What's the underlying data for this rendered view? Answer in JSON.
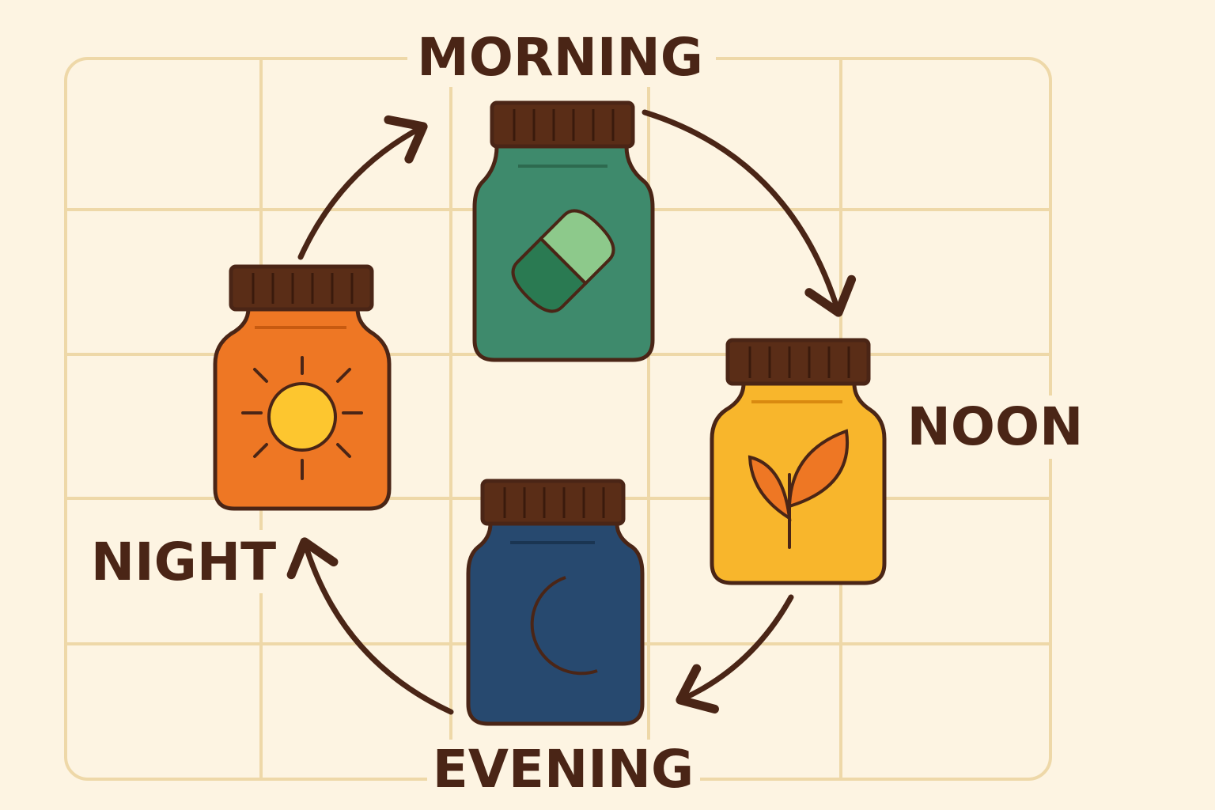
{
  "diagram": {
    "labels": {
      "morning": "MORNING",
      "noon": "NOON",
      "evening": "EVENING",
      "night": "NIGHT"
    },
    "jars": [
      {
        "id": "morning",
        "icon": "capsule-icon",
        "color": "#3e8a6c"
      },
      {
        "id": "noon",
        "icon": "leaf-icon",
        "color": "#f8b62c"
      },
      {
        "id": "evening",
        "icon": "crescent-moon-icon",
        "color": "#27496f"
      },
      {
        "id": "night",
        "icon": "sun-icon",
        "color": "#ee7724"
      }
    ],
    "cycle_order": [
      "morning",
      "noon",
      "evening",
      "night"
    ],
    "colors": {
      "background": "#fdf4e2",
      "grid": "#eed8a8",
      "outline": "#4a2516",
      "cap": "#5a2d17"
    }
  }
}
